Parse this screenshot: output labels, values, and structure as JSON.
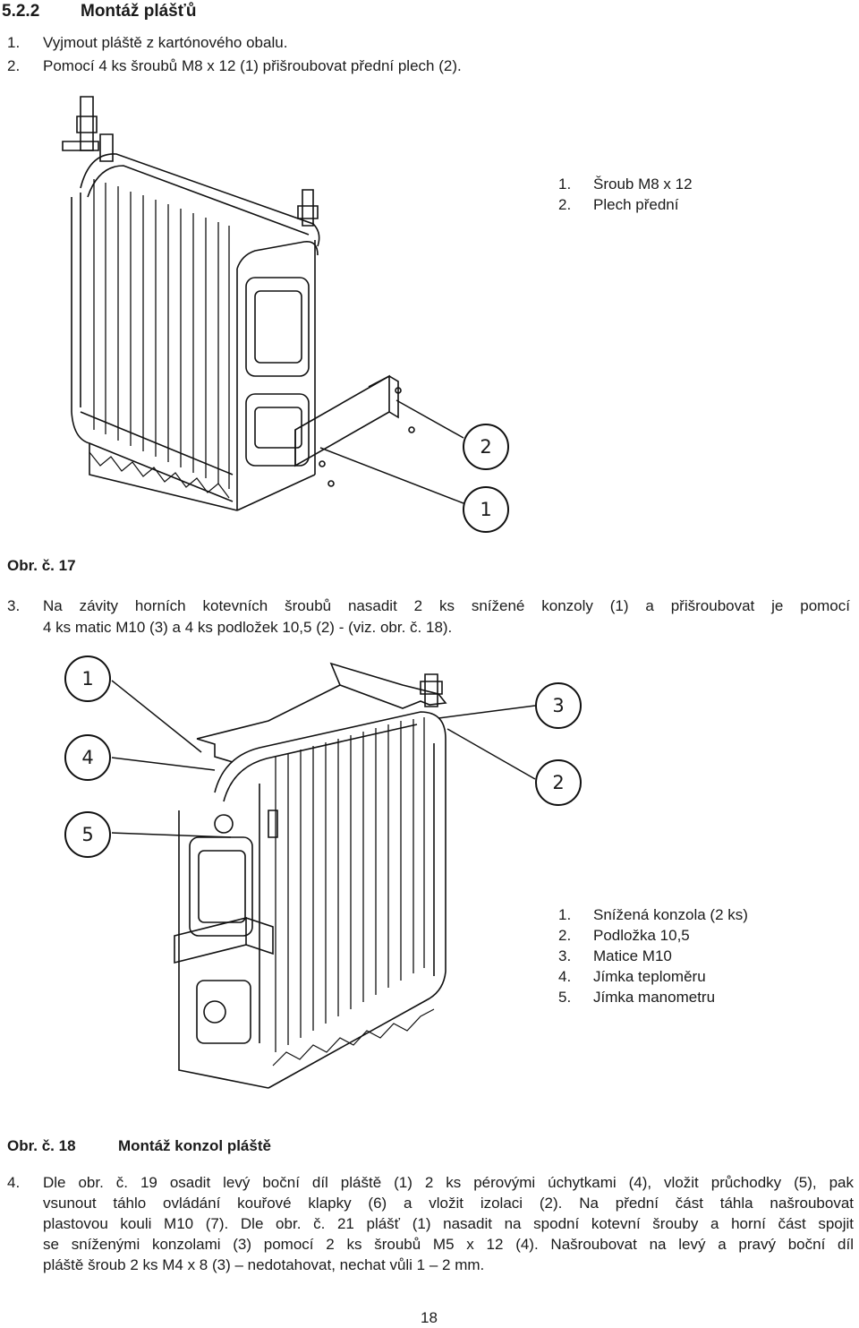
{
  "section": {
    "number": "5.2.2",
    "title": "Montáž plášťů"
  },
  "steps_top": [
    {
      "num": "1.",
      "text": "Vyjmout pláště z kartónového obalu."
    },
    {
      "num": "2.",
      "text": "Pomocí 4 ks šroubů M8 x 12 (1) přišroubovat přední plech (2)."
    }
  ],
  "fig17": {
    "legend": [
      {
        "num": "1.",
        "text": "Šroub M8 x 12"
      },
      {
        "num": "2.",
        "text": "Plech přední"
      }
    ],
    "callouts": [
      "2",
      "1"
    ],
    "caption": "Obr. č. 17"
  },
  "step3": {
    "num": "3.",
    "line1": "Na závity horních kotevních šroubů nasadit 2 ks snížené konzoly (1) a přišroubovat je pomocí",
    "line2": "4 ks matic M10 (3) a 4 ks podložek 10,5 (2) - (viz. obr. č. 18)."
  },
  "fig18": {
    "callouts": [
      "1",
      "4",
      "5",
      "3",
      "2"
    ],
    "legend": [
      {
        "num": "1.",
        "text": "Snížená konzola (2 ks)"
      },
      {
        "num": "2.",
        "text": "Podložka 10,5"
      },
      {
        "num": "3.",
        "text": "Matice M10"
      },
      {
        "num": "4.",
        "text": "Jímka teploměru"
      },
      {
        "num": "5.",
        "text": "Jímka manometru"
      }
    ],
    "caption_num": "Obr. č. 18",
    "caption_title": "Montáž konzol pláště"
  },
  "step4": {
    "num": "4.",
    "lines": [
      "Dle obr. č. 19 osadit levý boční díl pláště (1) 2 ks pérovými úchytkami (4), vložit průchodky (5), pak",
      "vsunout táhlo ovládání kouřové klapky (6) a vložit izolaci (2). Na přední část táhla našroubovat",
      "plastovou kouli M10 (7). Dle obr. č. 21 plášť (1) nasadit na spodní kotevní šrouby a horní část spojit",
      "se sníženými konzolami (3) pomocí 2 ks šroubů M5 x 12 (4). Našroubovat na levý a pravý  boční díl",
      "pláště šroub 2 ks M4 x 8 (3) – nedotahovat, nechat vůli 1 – 2 mm."
    ]
  },
  "page_number": "18"
}
